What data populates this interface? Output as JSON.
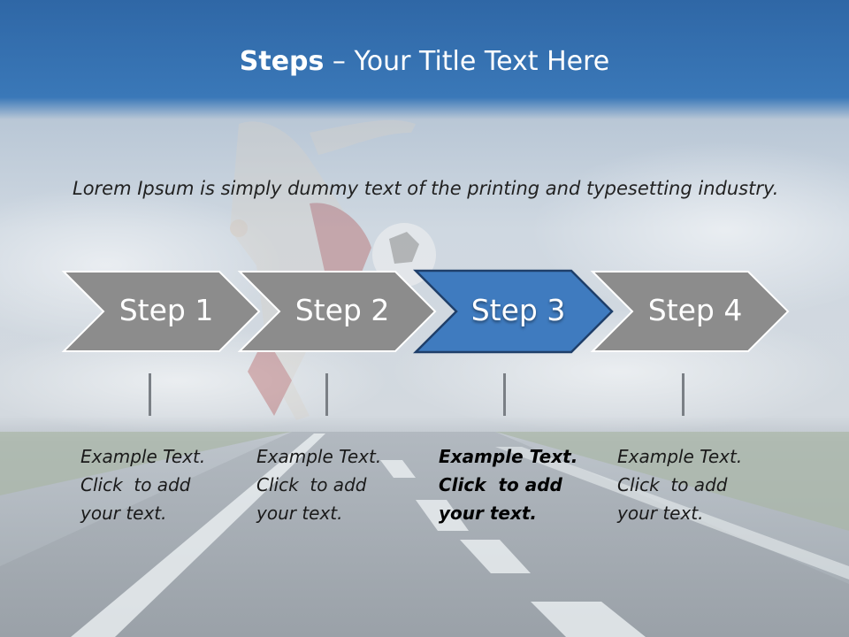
{
  "title": {
    "bold": "Steps",
    "rest": " – Your Title Text Here"
  },
  "lead_text": "Lorem Ipsum is simply dummy text of the printing and typesetting industry.",
  "steps": [
    {
      "label": "Step 1",
      "caption": {
        "line1": "Example Text.",
        "line2": "Click  to add",
        "line3": "your text."
      },
      "active": false
    },
    {
      "label": "Step 2",
      "caption": {
        "line1": "Example Text.",
        "line2": "Click  to add",
        "line3": "your text."
      },
      "active": false
    },
    {
      "label": "Step 3",
      "caption": {
        "line1": "Example Text.",
        "line2": "Click  to add",
        "line3": "your text."
      },
      "active": true
    },
    {
      "label": "Step 4",
      "caption": {
        "line1": "Example Text.",
        "line2": "Click  to add",
        "line3": "your text."
      },
      "active": false
    }
  ],
  "colors": {
    "header_blue": "#3a78b8",
    "chevron_gray": "#8c8c8c",
    "chevron_active": "#3f7bbf",
    "chevron_active_border": "#1f3f6a",
    "connector": "#7a7f85"
  }
}
